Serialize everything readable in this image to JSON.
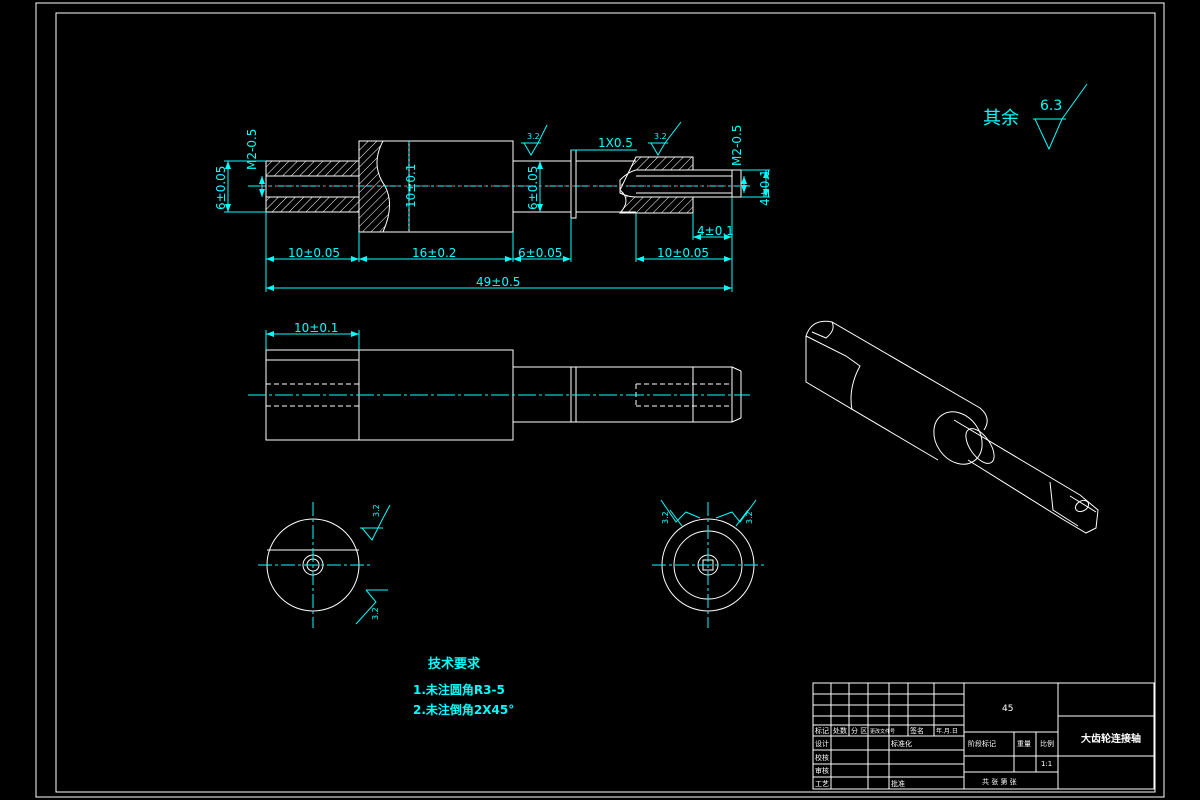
{
  "roughness": {
    "rest_label": "其余",
    "rest_value": "6.3",
    "callout_value": "3.2"
  },
  "front_view": {
    "thread_left": "M2-0.5",
    "thread_right": "M2-0.5",
    "dia_left": "6±0.05",
    "dia_main": "10±0.1",
    "dia_mid": "6±0.05",
    "dia_right": "4±0.1",
    "chamfer": "1X0.5",
    "len_right_small": "4±0.1",
    "len_1": "10±0.05",
    "len_2": "16±0.2",
    "len_3": "6±0.05",
    "len_4": "10±0.05",
    "len_total": "49±0.5"
  },
  "top_view": {
    "len_flat": "10±0.1"
  },
  "tech_requirements": {
    "title": "技术要求",
    "item1": "1.未注圆角R3-5",
    "item2": "2.未注倒角2X45°"
  },
  "title_block": {
    "material": "45",
    "part_name": "大齿轮连接轴",
    "row_labels": [
      "标记",
      "设计",
      "校核",
      "审核",
      "工艺"
    ],
    "col_labels": [
      "处数",
      "分 区",
      "更改文件号",
      "签名",
      "年.月.日"
    ],
    "std_label": "标准化",
    "approve_label": "批准",
    "stage_label": "阶段标记",
    "weight_label": "重量",
    "scale_label": "比例",
    "scale_value": "1:1",
    "sheet_text": "共  张  第  张"
  }
}
